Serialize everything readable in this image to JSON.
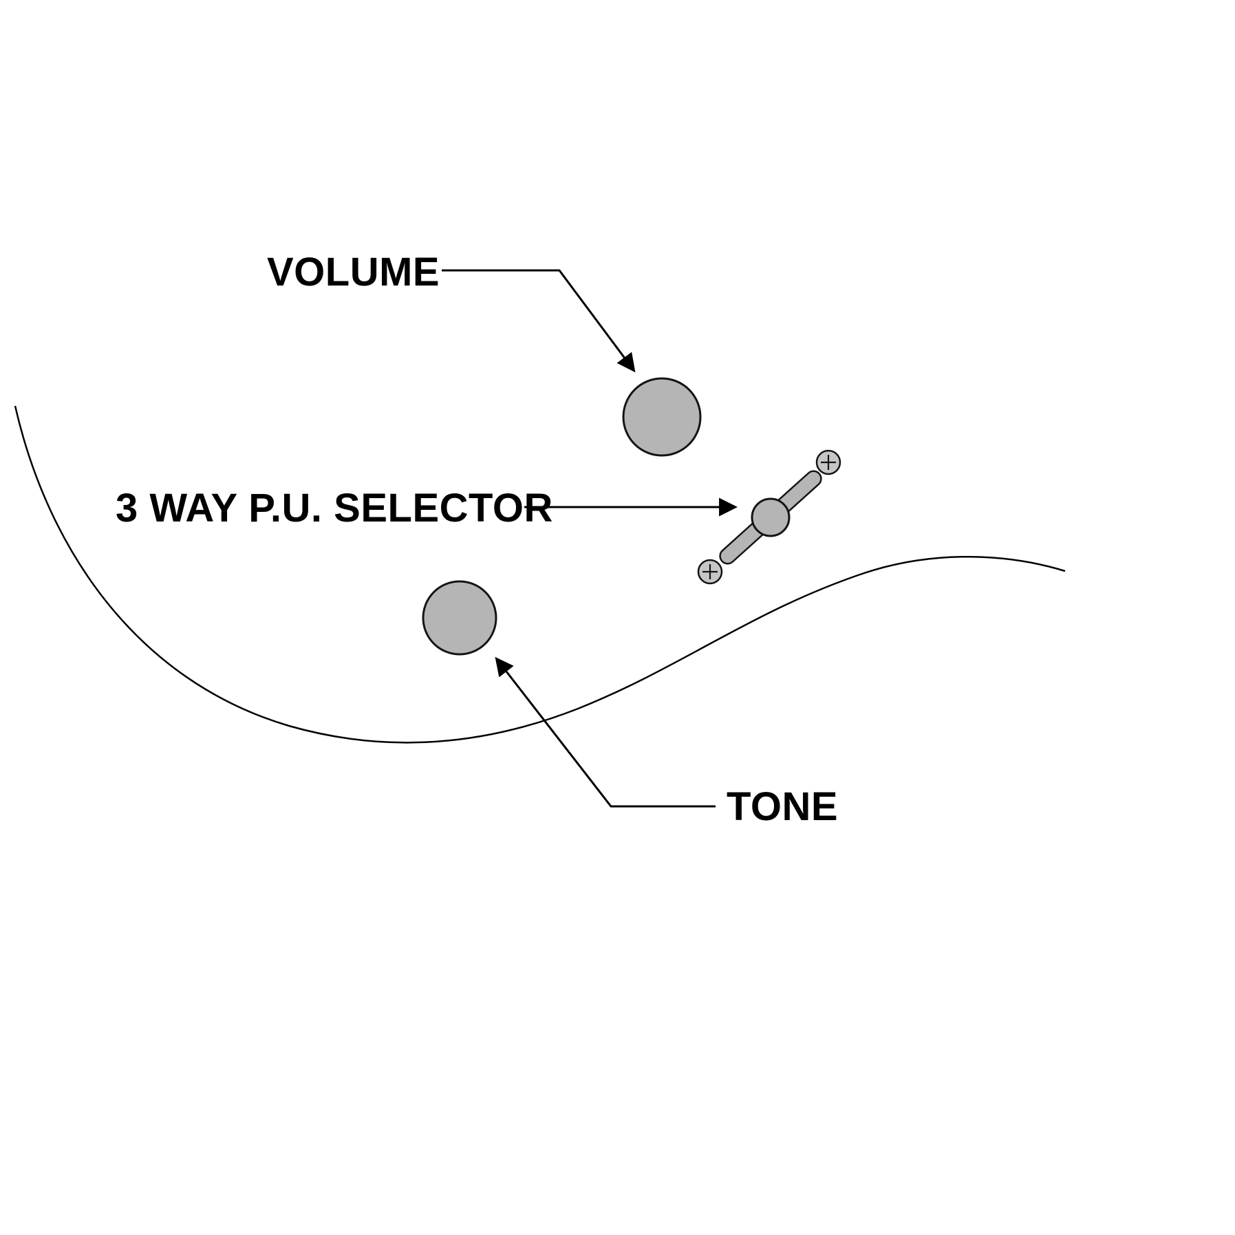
{
  "diagram": {
    "title": "Guitar control layout diagram",
    "labels": {
      "volume": "VOLUME",
      "selector": "3 WAY P.U. SELECTOR",
      "tone": "TONE"
    },
    "parts": [
      {
        "name": "volume-knob",
        "type": "knob"
      },
      {
        "name": "pickup-selector-switch",
        "type": "toggle-switch"
      },
      {
        "name": "tone-knob",
        "type": "knob"
      }
    ]
  },
  "colors": {
    "background": "#ffffff",
    "knob_fill": "#b5b5b5",
    "switch_fill": "#b5b5b5",
    "screw_fill": "#c6c6c6",
    "line": "#000000",
    "text": "#000000"
  }
}
